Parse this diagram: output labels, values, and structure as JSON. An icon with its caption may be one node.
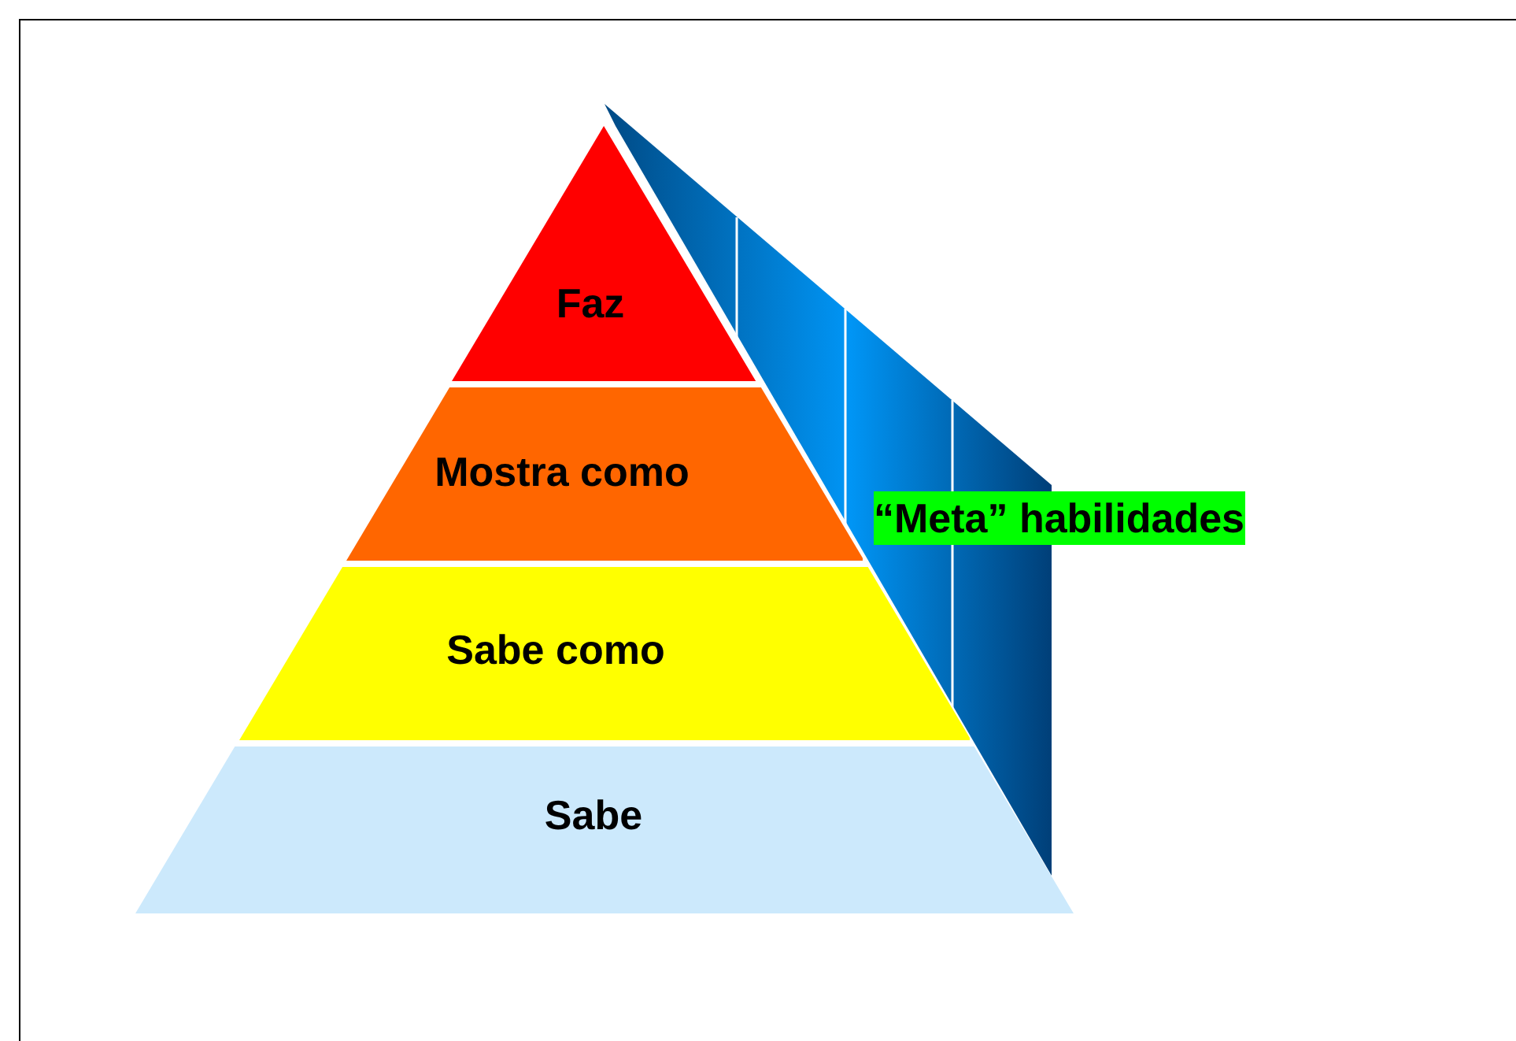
{
  "diagram": {
    "nodes": [
      {
        "text": [
          "Faz"
        ]
      },
      {
        "text": [
          "Mostra como"
        ]
      },
      {
        "text": [
          "Sabe como"
        ]
      },
      {
        "text": [
          "Sabe"
        ]
      },
      {
        "text": [
          "“Meta” habilidades"
        ]
      }
    ],
    "edges": []
  }
}
